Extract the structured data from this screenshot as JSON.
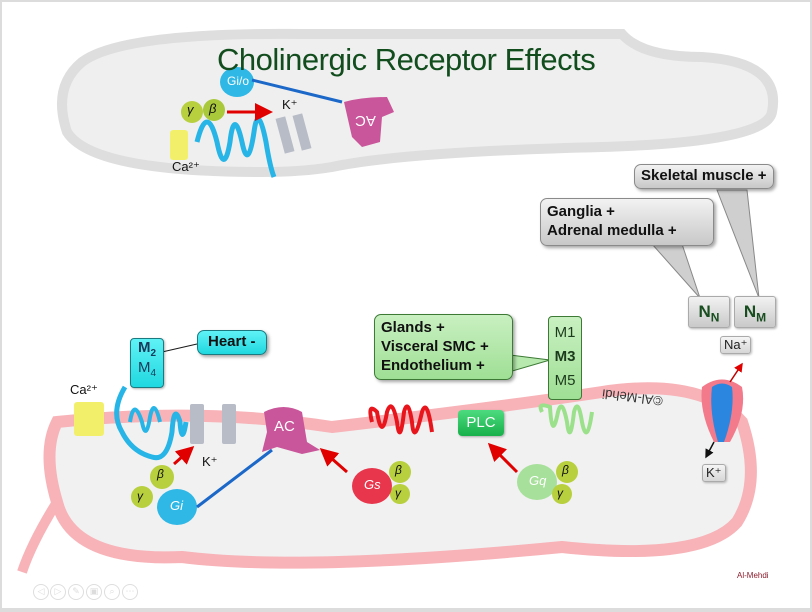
{
  "title": "Cholinergic Receptor Effects",
  "top_cell": {
    "g_protein": "Gi/o",
    "beta": "β",
    "gamma": "γ",
    "k_ion": "K⁺",
    "ca_ion": "Ca²⁺",
    "effector": "AC"
  },
  "m2_group": {
    "receptors": [
      "M2",
      "M4"
    ],
    "primary_sub": "2",
    "secondary_sub": "4",
    "callout": "Heart -",
    "g_protein": "Gi",
    "beta": "β",
    "gamma": "γ",
    "ca_ion": "Ca²⁺",
    "k_ion": "K⁺",
    "effector": "AC"
  },
  "gs_group": {
    "g_protein": "Gs",
    "beta": "β",
    "gamma": "γ"
  },
  "m3_group": {
    "receptors": [
      "M1",
      "M3",
      "M5"
    ],
    "callout_lines": [
      "Glands +",
      "Visceral SMC +",
      "Endothelium +"
    ],
    "effector": "PLC",
    "g_protein": "Gq",
    "beta": "β",
    "gamma": "γ"
  },
  "nicotinic": {
    "nn_label": "N",
    "nn_sub": "N",
    "nm_label": "N",
    "nm_sub": "M",
    "nn_callout_lines": [
      "Ganglia +",
      "Adrenal medulla +"
    ],
    "nm_callout": "Skeletal muscle +",
    "na_ion": "Na⁺",
    "k_ion": "K⁺"
  },
  "watermark": "©Al-Mehdi",
  "signature": "Al-Mehdi",
  "controls": [
    "previous",
    "next",
    "pen",
    "slides",
    "zoom",
    "more"
  ],
  "control_glyphs": [
    "◁",
    "▷",
    "✎",
    "▣",
    "⌕",
    "⋯"
  ],
  "colors": {
    "title": "#124d1e",
    "membrane_pink": "#f7b3b8",
    "cell_grey": "#efefef",
    "receptor_blue": "#26b5e6",
    "receptor_red": "#e8161c",
    "receptor_green": "#9be08a",
    "ac_pink": "#c9559a",
    "plc_green": "#1fbf58"
  }
}
